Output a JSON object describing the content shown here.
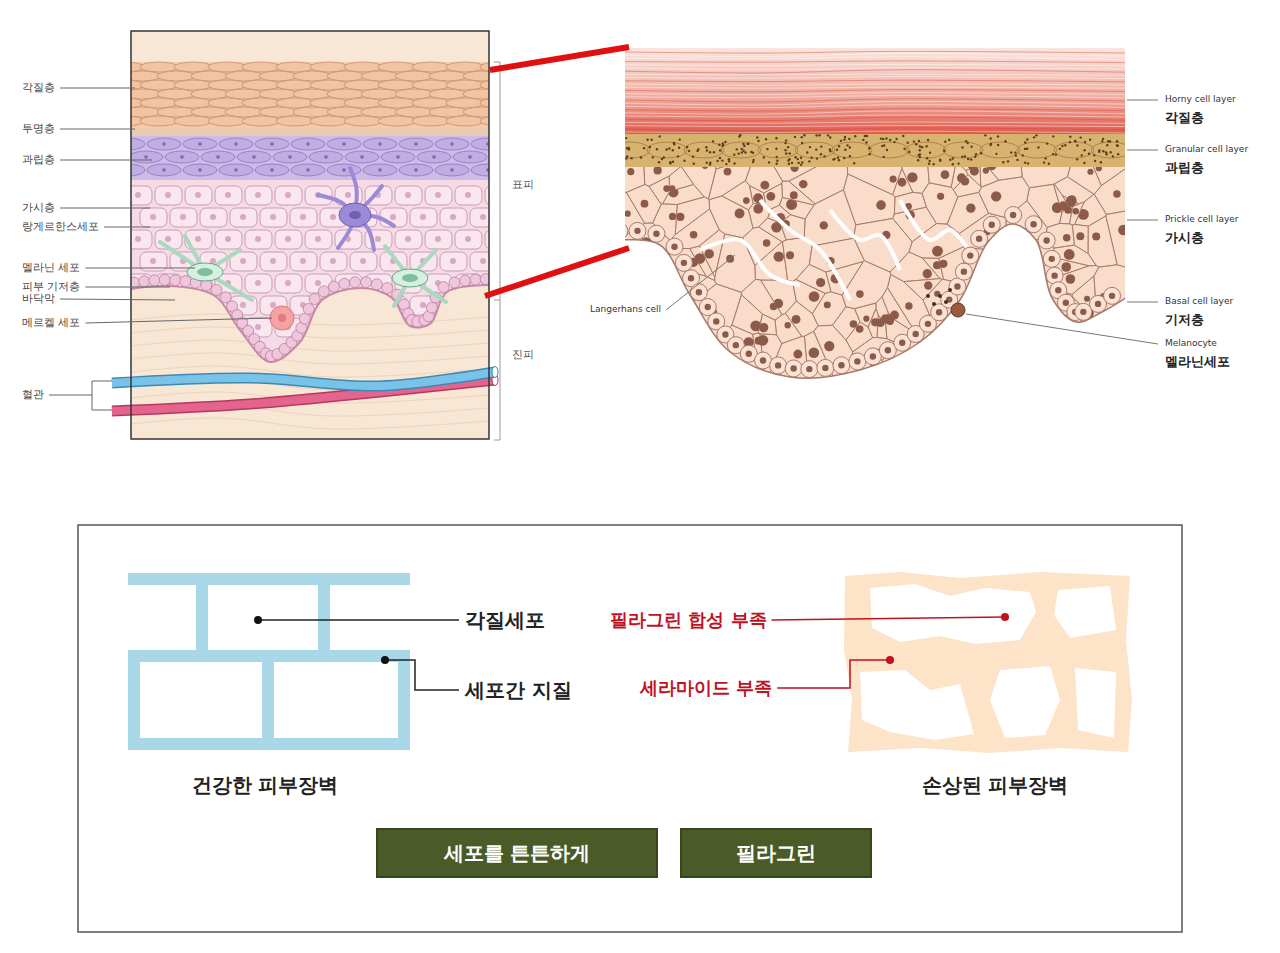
{
  "diagram": {
    "nodes": [
      {
        "text": [
          "세포를 튼튼하게"
        ]
      },
      {
        "text": [
          "필라그린"
        ]
      }
    ],
    "edges": [],
    "labels": [
      "각질층",
      "투명층",
      "과립층",
      "가시층",
      "랑게르한스세포",
      "멜라닌 세포",
      "피부 기저층",
      "바닥막",
      "메르켈 세포",
      "혈관",
      "표피",
      "진피",
      "Horny cell layer",
      "각질층",
      "Granular cell layer",
      "과립층",
      "Prickle cell layer",
      "가시층",
      "Basal cell layer",
      "기저층",
      "Melanocyte",
      "멜라닌세포",
      "Langerhans cell",
      "각질세포",
      "세포간 지질",
      "필라그린 합성 부족",
      "세라마이드 부족",
      "건강한 피부장벽",
      "손상된 피부장벽"
    ]
  }
}
